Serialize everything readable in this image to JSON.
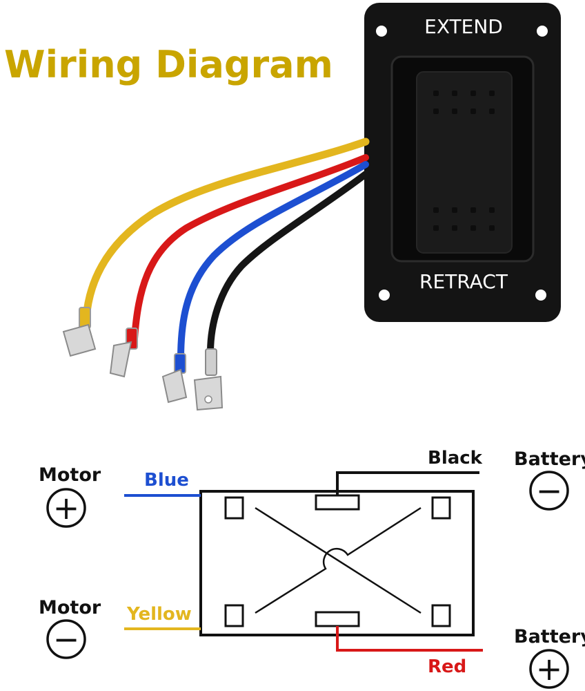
{
  "title": "Wiring Diagram",
  "switch_labels": {
    "top": "EXTEND",
    "bottom": "RETRACT"
  },
  "terminals": {
    "motor_positive": {
      "label": "Motor",
      "symbol": "+"
    },
    "motor_negative": {
      "label": "Motor",
      "symbol": "−"
    },
    "battery_negative": {
      "label": "Battery",
      "symbol": "−"
    },
    "battery_positive": {
      "label": "Battery",
      "symbol": "+"
    }
  },
  "wires": {
    "blue": {
      "label": "Blue",
      "color": "#1d4fd1"
    },
    "yellow": {
      "label": "Yellow",
      "color": "#e3b61f"
    },
    "black": {
      "label": "Black",
      "color": "#111111"
    },
    "red": {
      "label": "Red",
      "color": "#d81818"
    }
  },
  "colors": {
    "title": "#c9a500",
    "switch_body": "#111111",
    "switch_text": "#ffffff"
  }
}
